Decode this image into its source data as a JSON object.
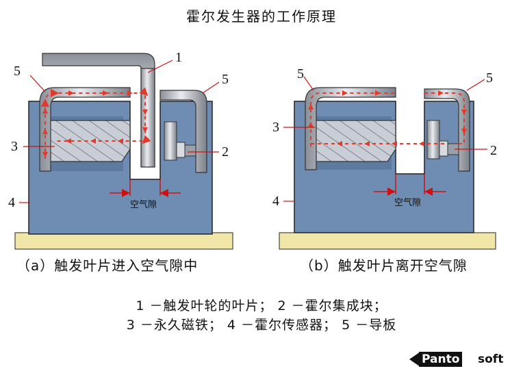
{
  "title": "霍尔发生器的工作原理",
  "labels": {
    "n1": "1",
    "n2": "2",
    "n3": "3",
    "n4": "4",
    "n5": "5",
    "air_gap": "空气隙"
  },
  "captions": {
    "a": "（a）触发叶片进入空气隙中",
    "b": "（b）触发叶片离开空气隙"
  },
  "legend": {
    "line1": "1 －触发叶轮的叶片；  2 －霍尔集成块；",
    "line2": "3 －永久磁铁；  4 －霍尔传感器；  5 －导板"
  },
  "brand": {
    "part1": "Panto",
    "part2": "soft"
  },
  "colors": {
    "housing": "#6f8cb2",
    "base": "#efe6a8",
    "metal": "#b8bcc4",
    "magnet": "#c8ccd4",
    "flux": "#e23a2a"
  }
}
